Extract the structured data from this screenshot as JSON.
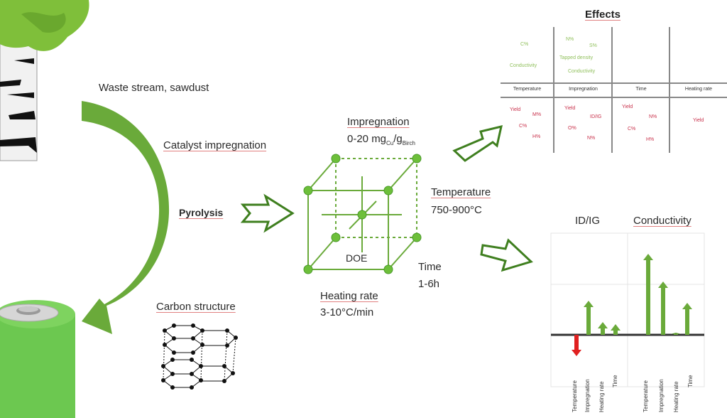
{
  "labels": {
    "waste_stream": "Waste stream, sawdust",
    "catalyst_impregnation": "Catalyst impregnation",
    "pyrolysis": "Pyrolysis",
    "carbon_structure": "Carbon structure",
    "impregnation_title": "Impregnation",
    "impregnation_range_main": "0-20 mg",
    "impregnation_sub1": "Cu",
    "impregnation_slash": "/g",
    "impregnation_sub2": "Birch",
    "temperature_title": "Temperature",
    "temperature_range": "750-900°C",
    "time_title": "Time",
    "time_range": "1-6h",
    "heating_title": "Heating rate",
    "heating_range": "3-10°C/min",
    "doe": "DOE"
  },
  "effects": {
    "title": "Effects",
    "columns": [
      "Temperature",
      "Impregnation",
      "Time",
      "Heating rate"
    ],
    "positive": [
      [
        "C%",
        "Conductivity"
      ],
      [
        "N%",
        "S%",
        "Tapped density",
        "Conductivity"
      ],
      [],
      []
    ],
    "negative": [
      [
        "Yield",
        "M%",
        "C%",
        "H%"
      ],
      [
        "Yield",
        "ID/IG",
        "O%",
        "N%"
      ],
      [
        "Yield",
        "N%",
        "C%",
        "H%"
      ],
      [
        "Yield"
      ]
    ]
  },
  "chart_data": {
    "type": "bar",
    "panels": [
      {
        "title": "ID/IG",
        "categories": [
          "Temperature",
          "Impregnation",
          "Heating rate",
          "Time"
        ],
        "values": [
          -1.0,
          1.6,
          0.6,
          0.5
        ]
      },
      {
        "title": "Conductivity",
        "categories": [
          "Temperature",
          "Impregnation",
          "Heating rate",
          "Time"
        ],
        "values": [
          3.8,
          2.5,
          0.1,
          1.5
        ]
      }
    ],
    "ylim": [
      -2,
      4.5
    ],
    "grid": true,
    "colors": {
      "positive": "#6aaa3a",
      "negative": "#e02020"
    }
  },
  "colors": {
    "green": "#6aaa3a",
    "light_green": "#8cc63f",
    "dark_green": "#3f7f1f",
    "red_label": "#c8304a"
  }
}
